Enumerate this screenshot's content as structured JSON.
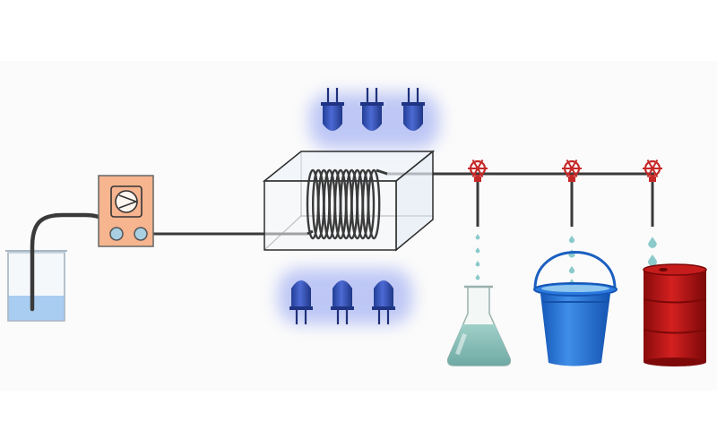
{
  "diagram": {
    "description_text": "",
    "colors": {
      "tubing": "#3a3a3a",
      "pump_body": "#f6b48f",
      "pump_port": "#a9cfe3",
      "led_blue": "#2f4fb0",
      "led_glow": "#8b9cf0",
      "valve_red": "#c62828",
      "liquid_teal": "#8ec5bf",
      "drop_teal": "#7fc4c6",
      "beaker_liquid": "#9fc4ec",
      "bucket_blue": "#1e6fd0",
      "barrel_red": "#b11212"
    },
    "icons": {
      "source": "beaker-icon",
      "pump": "peristaltic-pump-icon",
      "reactor": "coil-reactor-icon",
      "lights": "led-icon",
      "valves": "valve-icon",
      "outputs": [
        "flask-icon",
        "bucket-icon",
        "barrel-icon"
      ]
    },
    "led_count_top": 3,
    "led_count_bottom": 3,
    "valve_count": 3
  }
}
